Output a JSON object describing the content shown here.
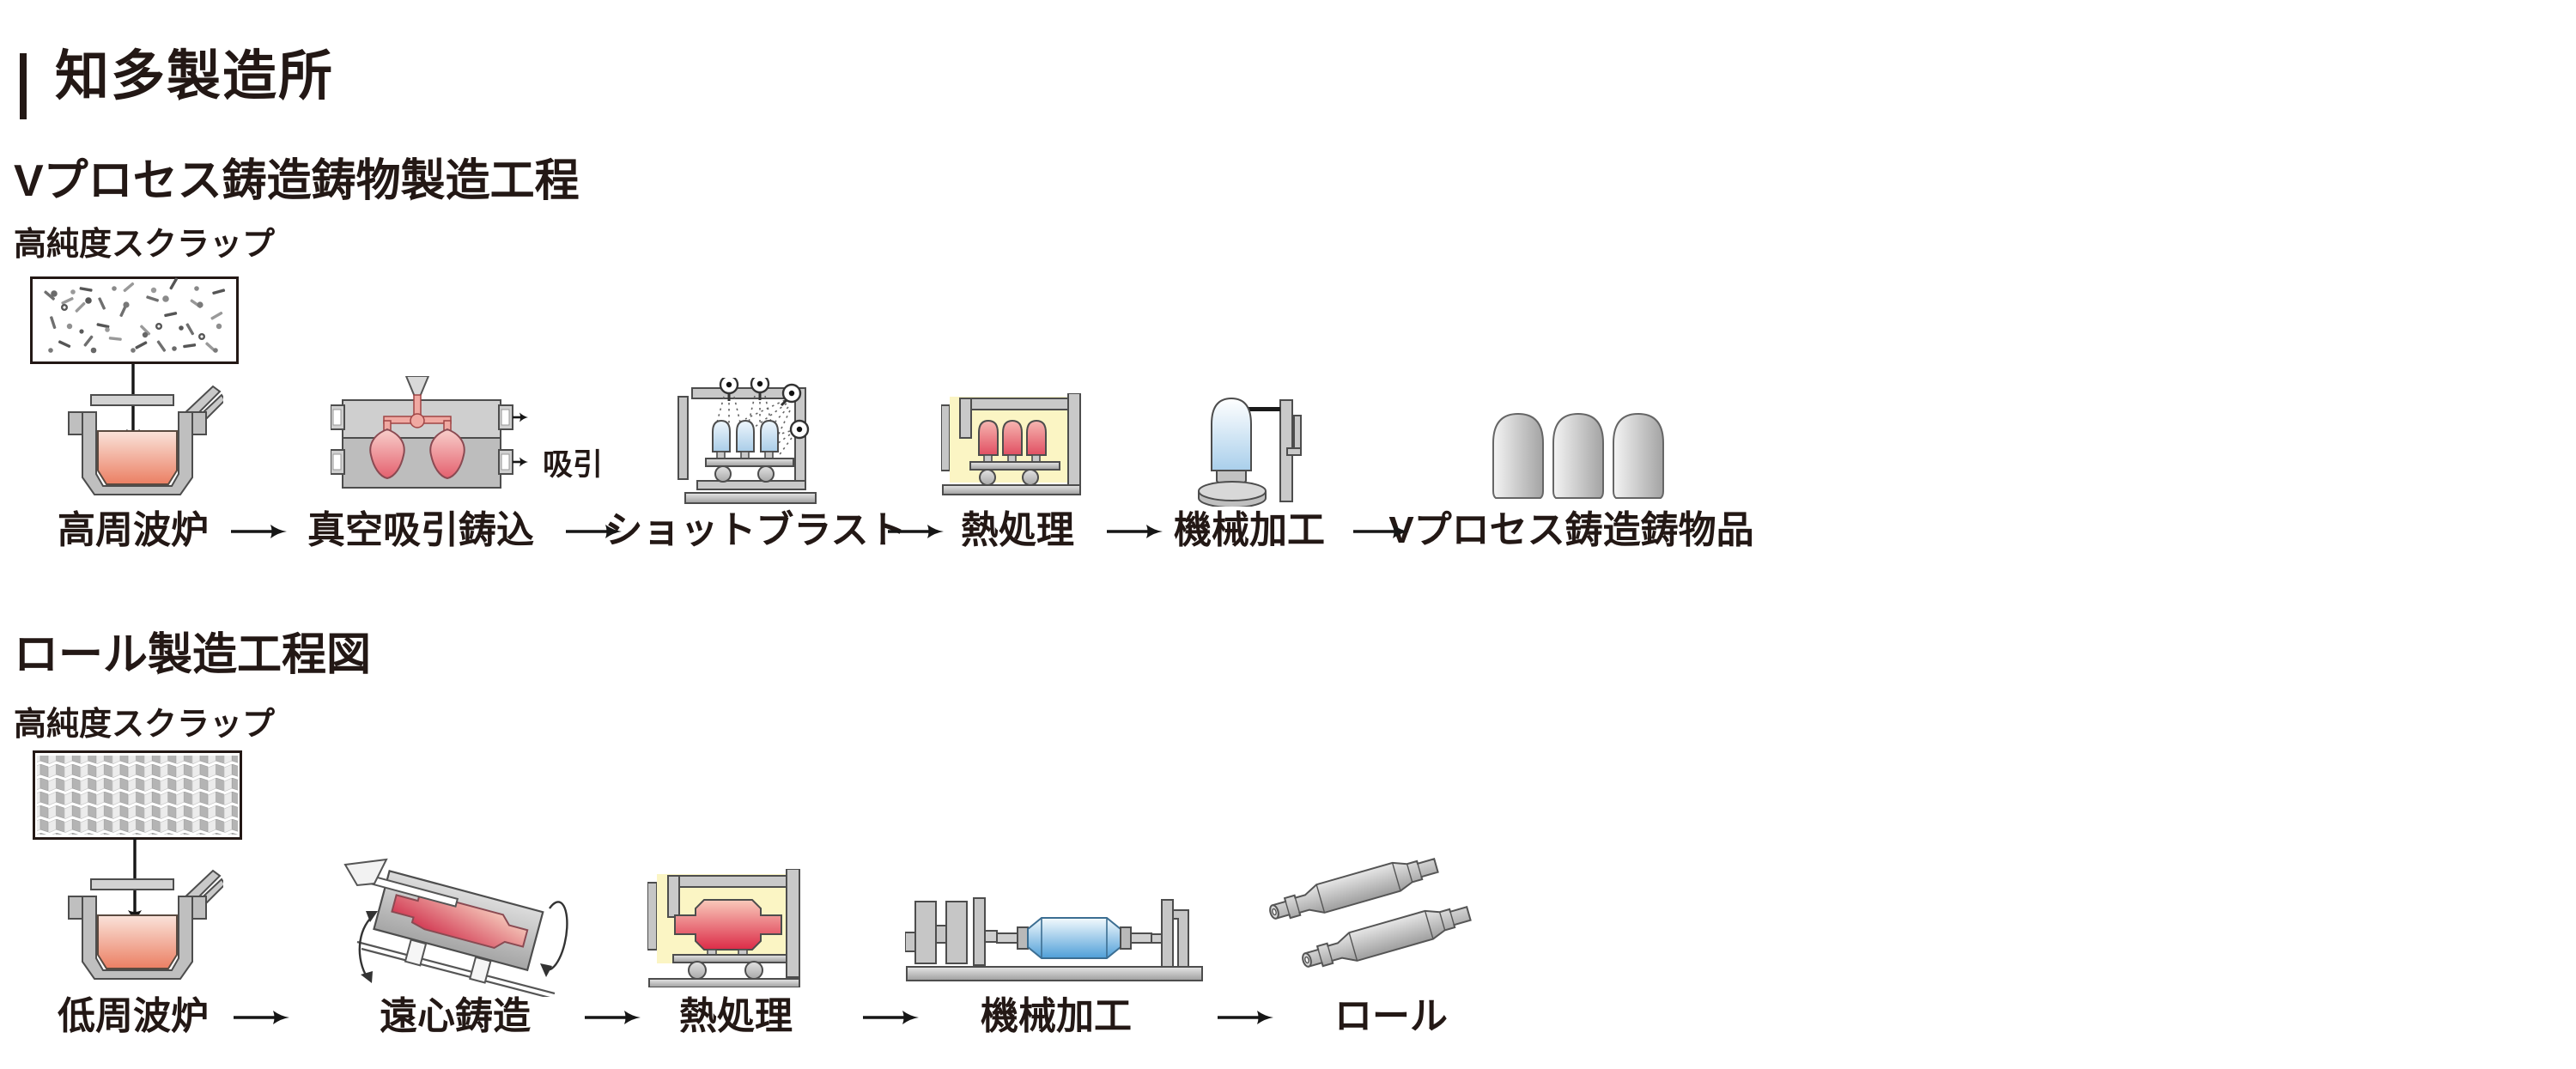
{
  "title": "知多製造所",
  "colors": {
    "text": "#231815",
    "accent_bar": "#231815",
    "arrow": "#161616",
    "molten_metal": "#eb7f63",
    "casting_pink": "#e4606e",
    "heat_bullet_pink": "#e14f62",
    "shot_blast_blue": "#b7d6ec",
    "machining_blue": "#a9cfeb",
    "lathe_roll_blue": "#4f9fd8",
    "roll_red": "#dc2b47",
    "furnace_interior_yellow": "#fbf5c4",
    "metal_gray": "#bfbfbf"
  },
  "sections": [
    {
      "heading": "Vプロセス鋳造鋳物製造工程",
      "material_label": "高純度スクラップ",
      "steps": [
        {
          "label": "高周波炉",
          "icon": "induction-furnace-icon"
        },
        {
          "label": "真空吸引鋳込",
          "icon": "vacuum-suction-casting-icon",
          "annotation": "吸引"
        },
        {
          "label": "ショットブラスト",
          "icon": "shot-blast-icon"
        },
        {
          "label": "熱処理",
          "icon": "heat-treatment-furnace-icon"
        },
        {
          "label": "機械加工",
          "icon": "machining-icon"
        },
        {
          "label": "Vプロセス鋳造鋳物品",
          "icon": "cast-products-icon"
        }
      ]
    },
    {
      "heading": "ロール製造工程図",
      "material_label": "高純度スクラップ",
      "steps": [
        {
          "label": "低周波炉",
          "icon": "induction-furnace-icon"
        },
        {
          "label": "遠心鋳造",
          "icon": "centrifugal-casting-icon"
        },
        {
          "label": "熱処理",
          "icon": "heat-treatment-furnace-icon"
        },
        {
          "label": "機械加工",
          "icon": "lathe-machining-icon"
        },
        {
          "label": "ロール",
          "icon": "roll-products-icon"
        }
      ]
    }
  ]
}
